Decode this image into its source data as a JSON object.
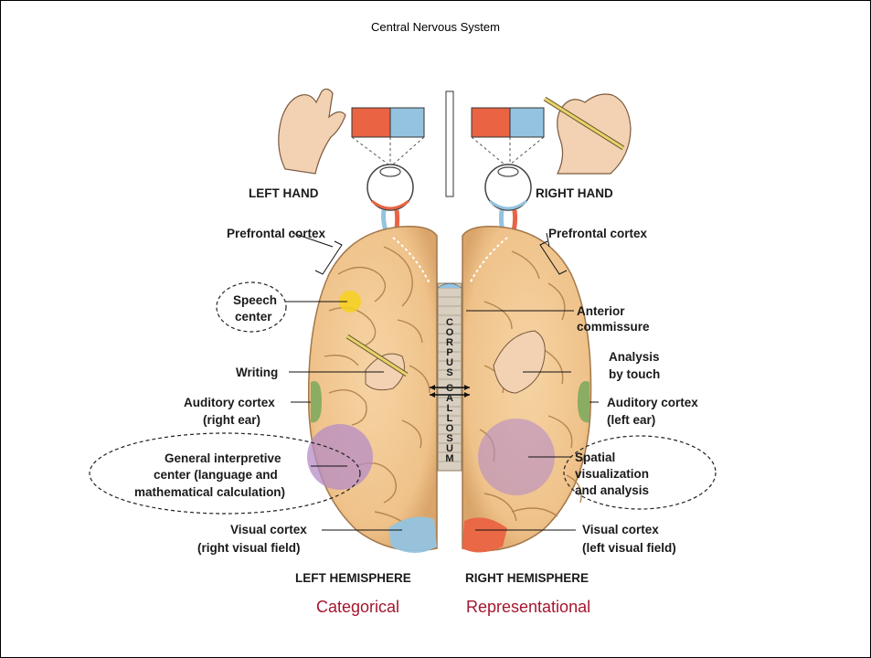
{
  "slide": {
    "title": "Central Nervous System"
  },
  "diagram": {
    "left_hand": "LEFT HAND",
    "right_hand": "RIGHT HAND",
    "left_hemisphere": "LEFT HEMISPHERE",
    "right_hemisphere": "RIGHT HEMISPHERE",
    "corpus_callosum_letters": [
      "C",
      "O",
      "R",
      "P",
      "U",
      "S",
      "C",
      "A",
      "L",
      "L",
      "O",
      "S",
      "U",
      "M"
    ],
    "left_labels": {
      "prefrontal": "Prefrontal cortex",
      "speech_1": "Speech",
      "speech_2": "center",
      "writing": "Writing",
      "auditory_1": "Auditory cortex",
      "auditory_2": "(right ear)",
      "general_1": "General interpretive",
      "general_2": "center (language and",
      "general_3": "mathematical calculation)",
      "visual_1": "Visual cortex",
      "visual_2": "(right visual field)"
    },
    "right_labels": {
      "prefrontal": "Prefrontal cortex",
      "anterior_1": "Anterior",
      "anterior_2": "commissure",
      "analysis_1": "Analysis",
      "analysis_2": "by touch",
      "auditory_1": "Auditory cortex",
      "auditory_2": "(left ear)",
      "spatial_1": "Spatial",
      "spatial_2": "visualization",
      "spatial_3": "and analysis",
      "visual_1": "Visual cortex",
      "visual_2": "(left visual field)"
    },
    "captions": {
      "left": "Categorical",
      "right": "Representational"
    },
    "colors": {
      "brain": "#f1c690",
      "gyri_line": "#b58650",
      "red_field": "#ea6443",
      "blue_field": "#94c3e0",
      "purple_region": "#b68cc6",
      "green_region": "#7faa5e",
      "yellow_region": "#f6d11c",
      "caption_color": "#a5162f"
    }
  }
}
